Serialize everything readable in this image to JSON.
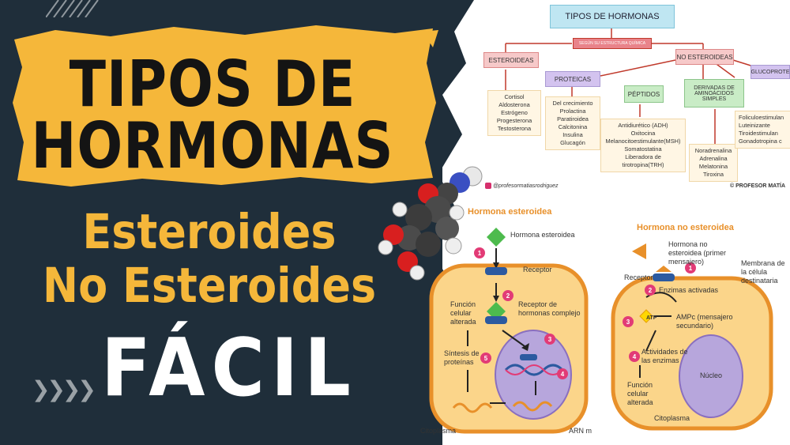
{
  "title": {
    "line1": "TIPOS DE",
    "line2": "HORMONAS"
  },
  "subtitle": {
    "line1": "Esteroides",
    "line2": "No Esteroides"
  },
  "tagline": "FÁCIL",
  "map": {
    "header": "TIPOS DE HORMONAS",
    "subheader": "SEGÚN SU ESTRUCTURA QUÍMICA",
    "esteroideas": "ESTEROIDEAS",
    "no_esteroideas": "NO ESTEROIDEAS",
    "proteicas": "PROTEICAS",
    "peptidos": "PÉPTIDOS",
    "derivadas": "DERIVADAS DE AMINOÁCIDOS SIMPLES",
    "glucoproteicas": "GLUCOPROTE",
    "esteroideas_list": [
      "Cortisol",
      "Aldosterona",
      "Estrógeno",
      "Progesterona",
      "Testosterona"
    ],
    "proteicas_list": [
      "Del crecimiento",
      "Prolactina",
      "Paratiroidea",
      "Calcitonina",
      "Insulina",
      "Glucagón"
    ],
    "peptidos_list": [
      "Antidiurético (ADH)",
      "Oxitocina",
      "Melanocitoestimulante(MSH)",
      "Somatostatina",
      "Liberadora de",
      "tirotropina(TRH)"
    ],
    "derivadas_list": [
      "Noradrenalina",
      "Adrenalina",
      "Melatonina",
      "Tiroxina"
    ],
    "gluco_list": [
      "Foliculoestimulan",
      "Luteinizante",
      "Tiroidestimulan",
      "Gonadotropina c"
    ],
    "instagram": "@profesormatiasrodriguez",
    "credit": "PROFESOR MATÍA"
  },
  "steroid_diagram": {
    "title": "Hormona esteroidea",
    "hormone": "Hormona esteroidea",
    "receptor": "Receptor",
    "complex": "Receptor de hormonas complejo",
    "function": "Función celular alterada",
    "synthesis": "Síntesis de proteínas",
    "cytoplasm": "Citoplasma",
    "mrna": "ARN m",
    "steps": [
      "1",
      "2",
      "3",
      "4",
      "5"
    ]
  },
  "nonsteroid_diagram": {
    "title": "Hormona no esteroidea",
    "hormone": "Hormona no esteroidea (primer mensajero)",
    "membrane": "Membrana de la célula destinataria",
    "receptor": "Receptor",
    "enzymes": "Enzimas activadas",
    "atp": "ATP",
    "ampc": "AMPc (mensajero secundario)",
    "activities": "Actividades de las enzimas",
    "function": "Función celular alterada",
    "nucleus": "Núcleo",
    "cytoplasm": "Citoplasma",
    "steps": [
      "1",
      "2",
      "3",
      "4"
    ]
  },
  "colors": {
    "background_dark": "#1f2e3a",
    "brush_yellow": "#f5b73a",
    "subtitle_yellow": "#f5b73a",
    "cell_fill": "#fbd58a",
    "cell_border": "#e8902a",
    "nucleus": "#b7a6dc",
    "step_badge": "#e23b76"
  }
}
